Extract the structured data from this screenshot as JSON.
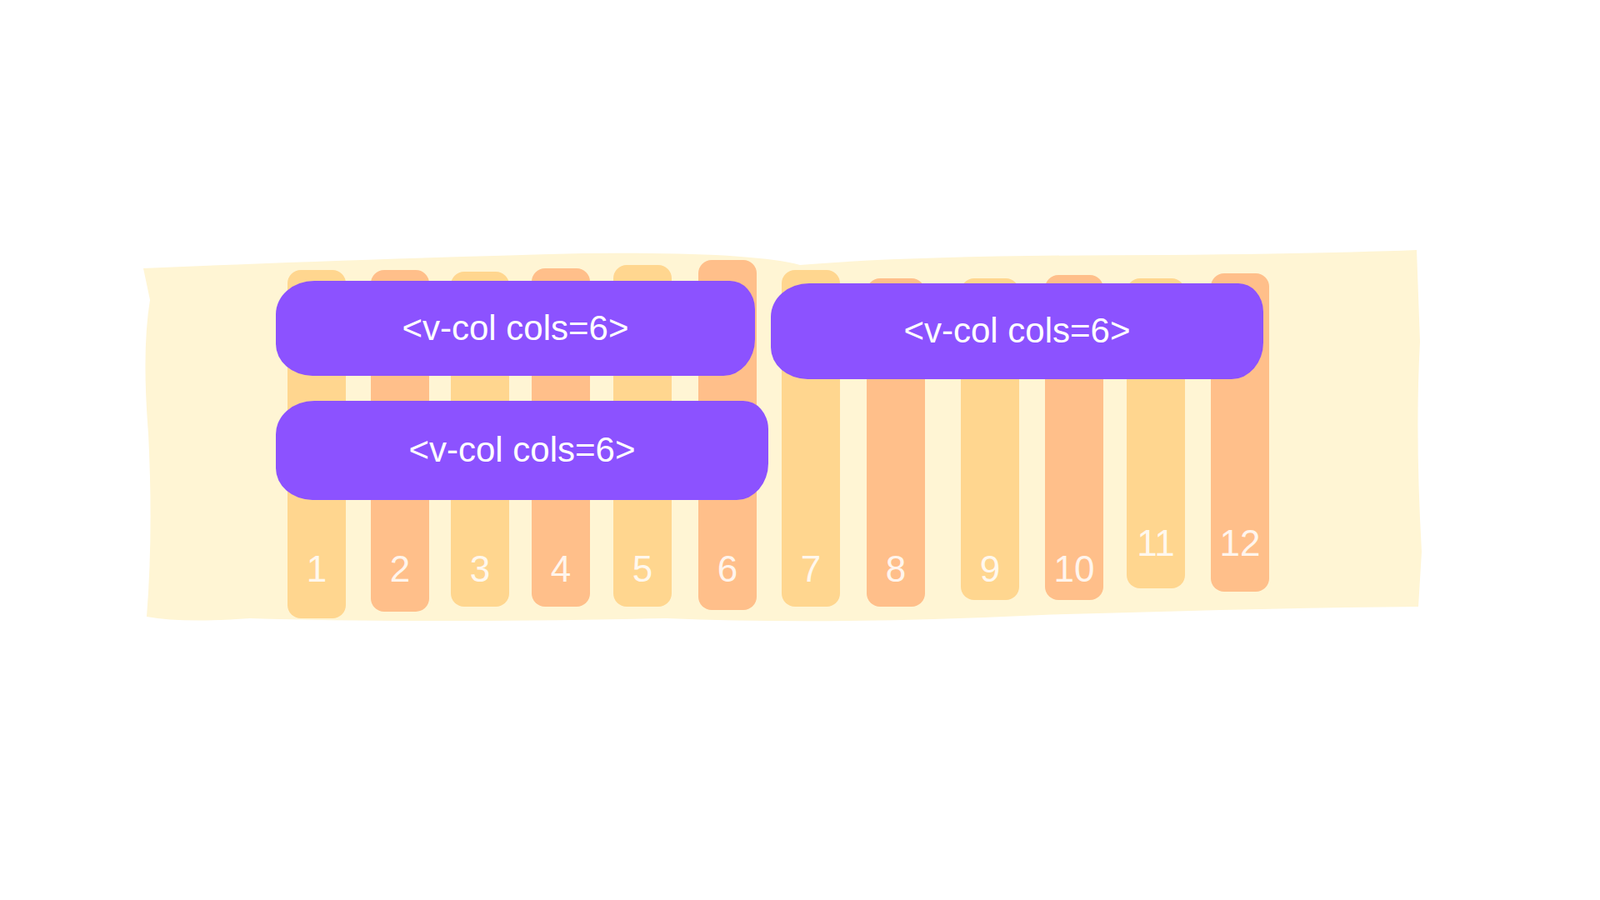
{
  "diagram": {
    "nodes": [
      {
        "text": [
          "<v-col cols=6>"
        ]
      },
      {
        "text": [
          "<v-col cols=6>"
        ]
      },
      {
        "text": [
          "<v-col cols=6>"
        ]
      }
    ],
    "labels": [
      "1",
      "2",
      "3",
      "4",
      "5",
      "6",
      "7",
      "8",
      "9",
      "10",
      "11",
      "12"
    ]
  }
}
